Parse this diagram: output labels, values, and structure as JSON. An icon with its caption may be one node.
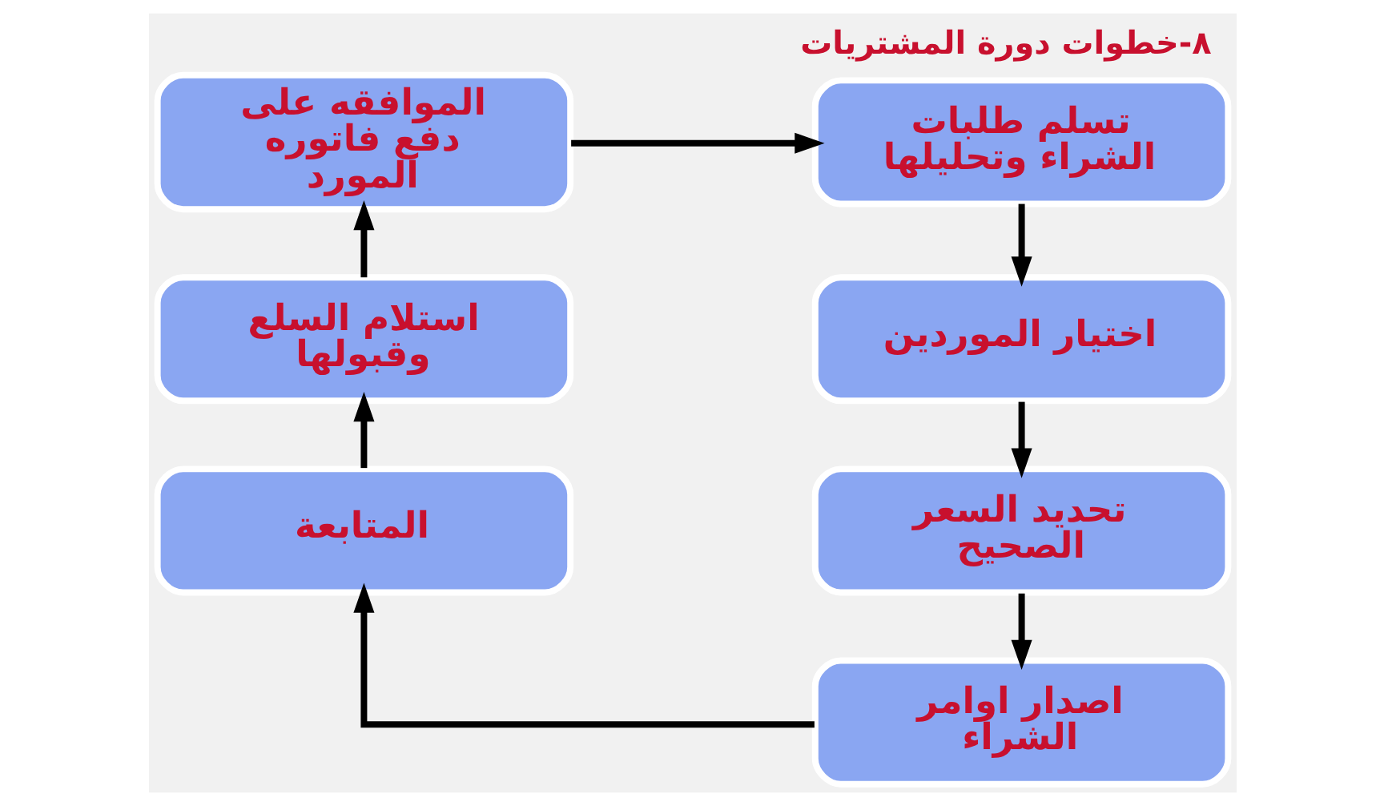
{
  "diagram": {
    "title": "٨-خطوات دورة المشتريات",
    "nodes": [
      {
        "text": [
          "تسلم طلبات الشراء وتحليلها"
        ]
      },
      {
        "text": [
          "اختيار الموردين"
        ]
      },
      {
        "text": [
          "تحديد السعر الصحيح"
        ]
      },
      {
        "text": [
          "اصدار اوامر الشراء"
        ]
      },
      {
        "text": [
          "المتابعة"
        ]
      },
      {
        "text": [
          "استلام السلع وقبولها"
        ]
      },
      {
        "text": [
          "الموافقه على دفع فاتوره المورد"
        ]
      }
    ],
    "edges": [
      {
        "from": 0,
        "to": 1,
        "arrow": "to"
      },
      {
        "from": 1,
        "to": 2,
        "arrow": "to"
      },
      {
        "from": 2,
        "to": 3,
        "arrow": "to"
      },
      {
        "from": 3,
        "to": 4,
        "arrow": "to"
      },
      {
        "from": 4,
        "to": 5,
        "arrow": "to"
      },
      {
        "from": 5,
        "to": 6,
        "arrow": "to"
      },
      {
        "from": 6,
        "to": 0,
        "arrow": "to"
      }
    ]
  }
}
